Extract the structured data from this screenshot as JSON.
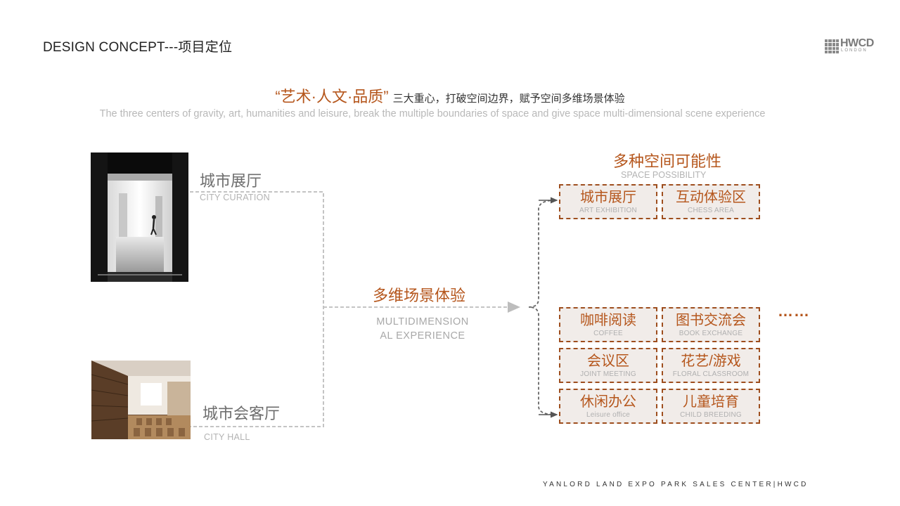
{
  "header": {
    "title": "DESIGN CONCEPT---项目定位",
    "logo_text": "HWCD",
    "logo_sub": "LONDON"
  },
  "headline": {
    "quote": "“艺术·人文·品质”",
    "rest": "三大重心，打破空间边界，赋予空间多维场景体验",
    "english": "The three centers of gravity, art, humanities and leisure, break the multiple boundaries of space and give space multi-dimensional scene experience"
  },
  "left": {
    "item1": {
      "cn": "城市展厅",
      "en": "CITY CURATION"
    },
    "item2": {
      "cn": "城市会客厅",
      "en": "CITY HALL"
    }
  },
  "middle": {
    "cn": "多维场景体验",
    "en_line1": "MULTIDIMENSION",
    "en_line2": "AL EXPERIENCE"
  },
  "right": {
    "title_cn": "多种空间可能性",
    "title_en": "SPACE POSSIBILITY",
    "boxes": [
      {
        "cn": "城市展厅",
        "en": "ART EXHIBITION"
      },
      {
        "cn": "互动体验区",
        "en": "CHESS AREA"
      },
      {
        "cn": "咖啡阅读",
        "en": "COFFEE"
      },
      {
        "cn": "图书交流会",
        "en": "BOOK EXCHANGE"
      },
      {
        "cn": "会议区",
        "en": "JOINT MEETING"
      },
      {
        "cn": "花艺/游戏",
        "en": "FLORAL CLASSROOM"
      },
      {
        "cn": "休闲办公",
        "en": "Leisure office"
      },
      {
        "cn": "儿童培育",
        "en": "CHILD BREEDING"
      }
    ],
    "more": "……"
  },
  "footer": {
    "text": "YANLORD LAND  EXPO PARK SALES CENTER|HWCD"
  },
  "colors": {
    "accent": "#b5561c",
    "box_border": "#9e4e1e",
    "box_fill": "#f1ece9",
    "connector": "#c4c4c4"
  }
}
